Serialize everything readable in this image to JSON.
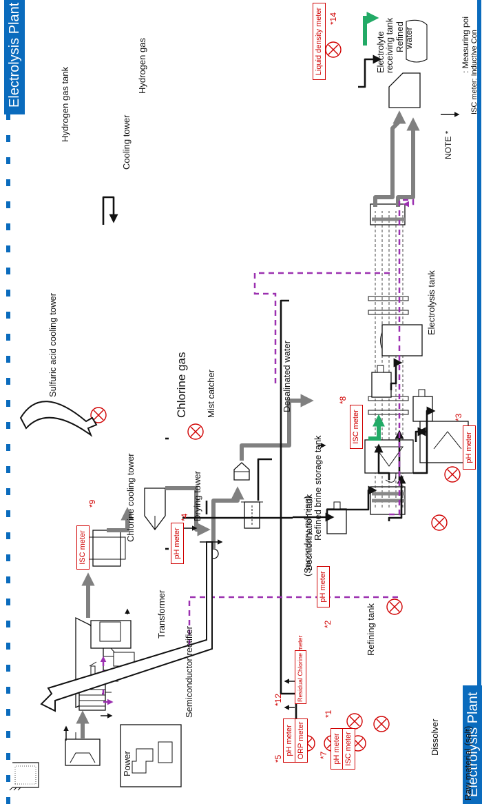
{
  "plant": {
    "banner_top": "Electrolysis Plant",
    "banner_bottom": "Electrolysis Plant"
  },
  "labels": {
    "raw_material": "Raw material (salt)",
    "dissolver": "Dissolver",
    "refining_tank": "Refining tank",
    "secondary_refining": "(Secondary refining)",
    "refined_brine_storage_tank": "Refined brine storage tank",
    "electrolysis_tank": "Electrolysis tank",
    "electrolyte_receiving_tank_1": "Electrolyte",
    "electrolyte_receiving_tank_2": "receiving tank",
    "refined_water_1": "Refined",
    "refined_water_2": "water",
    "dechlorination_tank": "Dechlorination tank",
    "desalinated_water": "Desalinated water",
    "power": "Power",
    "semiconductor_rectifier": "Semiconductor rectifier",
    "transformer": "Transformer",
    "chlorine_cooling_tower": "Chlorine cooling tower",
    "drying_tower": "Drying tower",
    "sulfuric_acid_cooling_tower": "Sulfuric acid cooling tower",
    "mist_catcher": "Mist catcher",
    "chlorine_gas": "Chlorine gas",
    "hydrogen_gas_tank": "Hydrogen gas tank",
    "cooling_tower": "Cooling tower",
    "hydrogen_gas": "Hydrogen gas"
  },
  "meters": {
    "m1": {
      "label": "pH meter",
      "num": "*1"
    },
    "m7": {
      "label": "ISC meter",
      "num": "*7"
    },
    "m2": {
      "label": "pH meter",
      "num": "*2"
    },
    "m8": {
      "label": "ISC meter",
      "num": "*8"
    },
    "m3": {
      "label": "pH meter",
      "num": "*3"
    },
    "m5": {
      "label": "pH meter",
      "num": "*5"
    },
    "m12": {
      "label": "ORP meter",
      "num": "*12"
    },
    "m_rc": {
      "label": "Residual Chlorine meter"
    },
    "m4": {
      "label": "pH meter",
      "num": "*4"
    },
    "m9": {
      "label": "ISC meter",
      "num": "*9"
    },
    "m14": {
      "label": "Liquid density meter",
      "num": "*14"
    }
  },
  "note": {
    "prefix": "NOTE *",
    "measuring_point": ": Measuring poi",
    "isc_definition": "ISC meter: Inductive Con"
  },
  "colors": {
    "meter_red": "#d00000",
    "brine_gray": "#808080",
    "gas_green": "#22aa66",
    "power_purple": "#9b30b0",
    "plant_blue": "#0a6bbd"
  }
}
